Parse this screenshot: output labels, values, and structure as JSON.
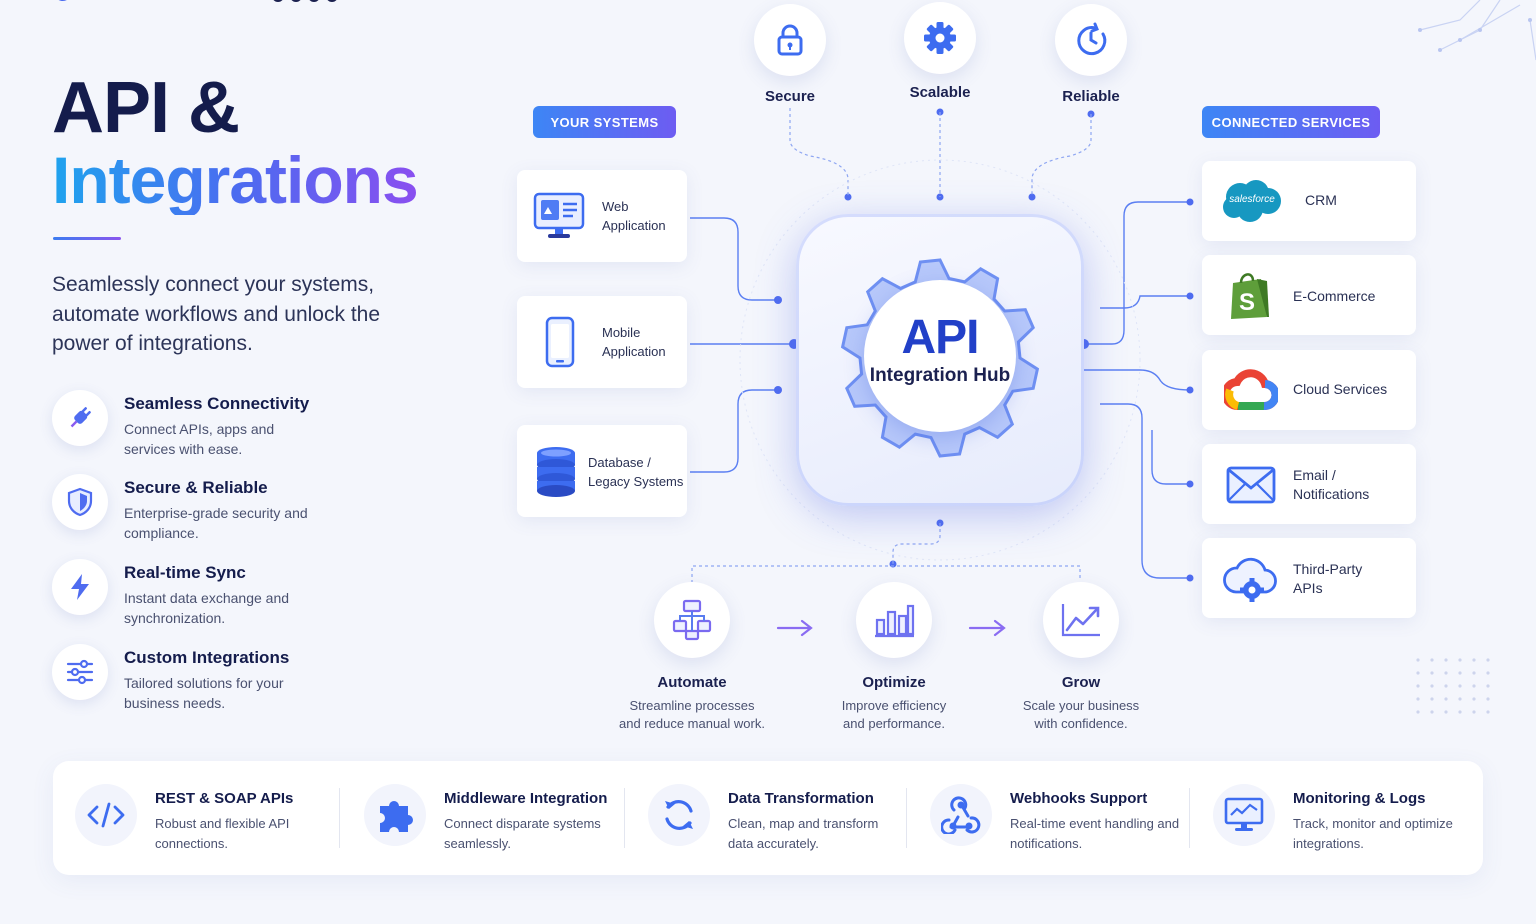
{
  "hero": {
    "title_line1": "API &",
    "title_line2": "Integrations",
    "subtitle": "Seamlessly connect your systems, automate workflows and unlock the power of integrations."
  },
  "features": [
    {
      "icon": "plug-icon",
      "title": "Seamless Connectivity",
      "desc": "Connect APIs, apps and services with ease."
    },
    {
      "icon": "shield-icon",
      "title": "Secure & Reliable",
      "desc": "Enterprise-grade security and compliance."
    },
    {
      "icon": "lightning-icon",
      "title": "Real-time Sync",
      "desc": "Instant data exchange and synchronization."
    },
    {
      "icon": "sliders-icon",
      "title": "Custom Integrations",
      "desc": "Tailored solutions for your business needs."
    }
  ],
  "traits": [
    {
      "icon": "lock-icon",
      "label": "Secure"
    },
    {
      "icon": "gear-icon",
      "label": "Scalable"
    },
    {
      "icon": "clock-icon",
      "label": "Reliable"
    }
  ],
  "your_systems": {
    "label": "YOUR SYSTEMS",
    "items": [
      {
        "icon": "web-app-icon",
        "label": "Web Application"
      },
      {
        "icon": "mobile-icon",
        "label": "Mobile Application"
      },
      {
        "icon": "database-icon",
        "label": "Database / Legacy Systems"
      }
    ]
  },
  "hub": {
    "title": "API",
    "subtitle": "Integration Hub"
  },
  "connected_services": {
    "label": "CONNECTED SERVICES",
    "items": [
      {
        "icon": "salesforce-logo",
        "logo_text": "salesforce",
        "label": "CRM"
      },
      {
        "icon": "shopify-bag-icon",
        "label": "E-Commerce"
      },
      {
        "icon": "cloud-icon",
        "label": "Cloud Services"
      },
      {
        "icon": "envelope-icon",
        "label": "Email / Notifications"
      },
      {
        "icon": "cloud-gear-icon",
        "label": "Third-Party APIs"
      }
    ]
  },
  "steps": [
    {
      "icon": "flowchart-icon",
      "title": "Automate",
      "desc": "Streamline processes and reduce manual work."
    },
    {
      "icon": "bar-chart-icon",
      "title": "Optimize",
      "desc": "Improve efficiency and performance."
    },
    {
      "icon": "line-chart-icon",
      "title": "Grow",
      "desc": "Scale your business with confidence."
    }
  ],
  "capabilities": [
    {
      "icon": "code-icon",
      "title": "REST & SOAP APIs",
      "desc": "Robust and flexible API connections."
    },
    {
      "icon": "puzzle-icon",
      "title": "Middleware Integration",
      "desc": "Connect disparate systems seamlessly."
    },
    {
      "icon": "refresh-icon",
      "title": "Data Transformation",
      "desc": "Clean, map and transform data accurately."
    },
    {
      "icon": "webhook-icon",
      "title": "Webhooks Support",
      "desc": "Real-time event handling and notifications."
    },
    {
      "icon": "monitor-icon",
      "title": "Monitoring & Logs",
      "desc": "Track, monitor and optimize integrations."
    }
  ],
  "colors": {
    "navy": "#141c4c",
    "accent_blue": "#3d6cf0",
    "accent_purple": "#8a4ff0",
    "accent_cyan": "#1fa3ee"
  }
}
